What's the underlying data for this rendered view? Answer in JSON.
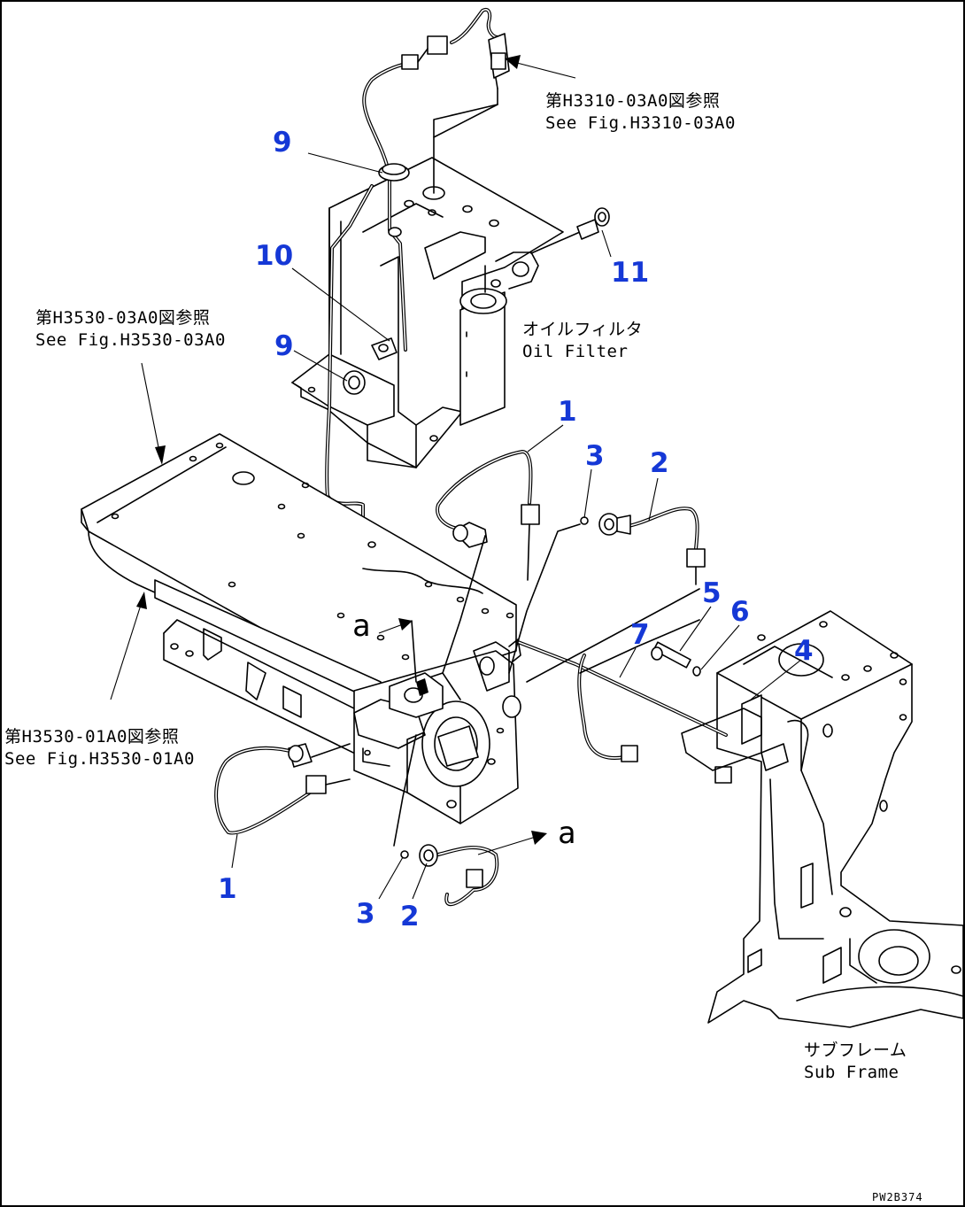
{
  "callouts": [
    {
      "id": "9-top",
      "label": "9"
    },
    {
      "id": "10",
      "label": "10"
    },
    {
      "id": "11",
      "label": "11"
    },
    {
      "id": "9-mid",
      "label": "9"
    },
    {
      "id": "1-right",
      "label": "1"
    },
    {
      "id": "3-right",
      "label": "3"
    },
    {
      "id": "2-right",
      "label": "2"
    },
    {
      "id": "5",
      "label": "5"
    },
    {
      "id": "6",
      "label": "6"
    },
    {
      "id": "4",
      "label": "4"
    },
    {
      "id": "7",
      "label": "7"
    },
    {
      "id": "1-left",
      "label": "1"
    },
    {
      "id": "3-bottom",
      "label": "3"
    },
    {
      "id": "2-bottom",
      "label": "2"
    }
  ],
  "notes": {
    "ref_top_jp": "第H3310-03A0図参照",
    "ref_top_en": "See Fig.H3310-03A0",
    "ref_left_jp": "第H3530-03A0図参照",
    "ref_left_en": "See Fig.H3530-03A0",
    "ref_lower_jp": "第H3530-01A0図参照",
    "ref_lower_en": "See Fig.H3530-01A0",
    "oil_filter_jp": "オイルフィルタ",
    "oil_filter_en": "Oil Filter",
    "sub_frame_jp": "サブフレーム",
    "sub_frame_en": "Sub Frame",
    "view_mark_upper": "a",
    "view_mark_lower": "a"
  },
  "drawing_code": "PW2B374",
  "colors": {
    "callout": "#1538d6",
    "ink": "#000000",
    "paper": "#ffffff"
  }
}
